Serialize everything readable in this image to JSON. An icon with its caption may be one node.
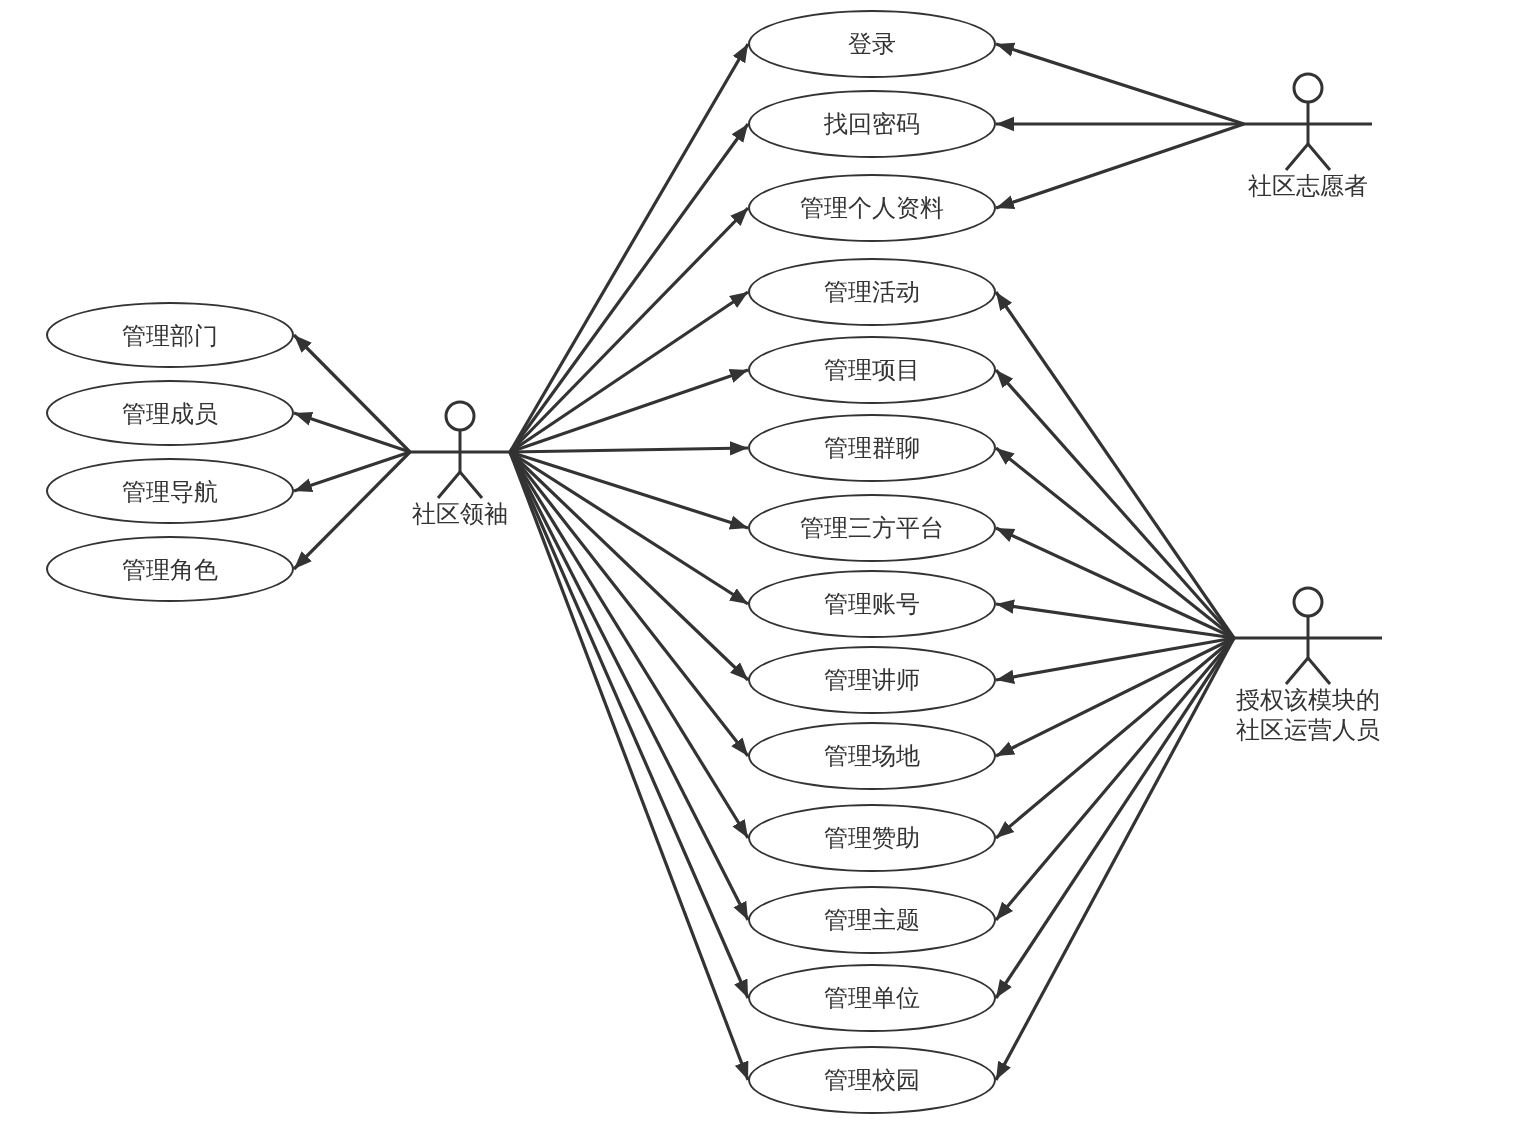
{
  "diagram": {
    "nodes": [
      {
        "text": [
          "登录"
        ]
      },
      {
        "text": [
          "找回密码"
        ]
      },
      {
        "text": [
          "管理个人资料"
        ]
      },
      {
        "text": [
          "管理活动"
        ]
      },
      {
        "text": [
          "管理项目"
        ]
      },
      {
        "text": [
          "管理群聊"
        ]
      },
      {
        "text": [
          "管理三方平台"
        ]
      },
      {
        "text": [
          "管理账号"
        ]
      },
      {
        "text": [
          "管理讲师"
        ]
      },
      {
        "text": [
          "管理场地"
        ]
      },
      {
        "text": [
          "管理赞助"
        ]
      },
      {
        "text": [
          "管理主题"
        ]
      },
      {
        "text": [
          "管理单位"
        ]
      },
      {
        "text": [
          "管理校园"
        ]
      },
      {
        "text": [
          "社区志愿者"
        ]
      },
      {
        "text": [
          "管理部门"
        ]
      },
      {
        "text": [
          "管理成员"
        ]
      },
      {
        "text": [
          "管理导航"
        ]
      },
      {
        "text": [
          "管理角色"
        ]
      },
      {
        "text": [
          "社区领袖"
        ]
      },
      {
        "text": [
          "授权该模块的社区运营人员"
        ]
      }
    ],
    "edges": [
      {
        "from": 19,
        "to": 0,
        "arrow": "to"
      },
      {
        "from": 19,
        "to": 1,
        "arrow": "to"
      },
      {
        "from": 19,
        "to": 2,
        "arrow": "to"
      },
      {
        "from": 19,
        "to": 3,
        "arrow": "to"
      },
      {
        "from": 19,
        "to": 4,
        "arrow": "to"
      },
      {
        "from": 19,
        "to": 5,
        "arrow": "to"
      },
      {
        "from": 19,
        "to": 6,
        "arrow": "to"
      },
      {
        "from": 19,
        "to": 7,
        "arrow": "to"
      },
      {
        "from": 19,
        "to": 8,
        "arrow": "to"
      },
      {
        "from": 19,
        "to": 9,
        "arrow": "to"
      },
      {
        "from": 19,
        "to": 10,
        "arrow": "to"
      },
      {
        "from": 19,
        "to": 11,
        "arrow": "to"
      },
      {
        "from": 19,
        "to": 12,
        "arrow": "to"
      },
      {
        "from": 19,
        "to": 13,
        "arrow": "to"
      },
      {
        "from": 19,
        "to": 15,
        "arrow": "to"
      },
      {
        "from": 19,
        "to": 16,
        "arrow": "to"
      },
      {
        "from": 19,
        "to": 17,
        "arrow": "to"
      },
      {
        "from": 19,
        "to": 18,
        "arrow": "to"
      },
      {
        "from": 14,
        "to": 0,
        "arrow": "to"
      },
      {
        "from": 14,
        "to": 1,
        "arrow": "to"
      },
      {
        "from": 14,
        "to": 2,
        "arrow": "to"
      },
      {
        "from": 20,
        "to": 3,
        "arrow": "to"
      },
      {
        "from": 20,
        "to": 4,
        "arrow": "to"
      },
      {
        "from": 20,
        "to": 5,
        "arrow": "to"
      },
      {
        "from": 20,
        "to": 6,
        "arrow": "to"
      },
      {
        "from": 20,
        "to": 7,
        "arrow": "to"
      },
      {
        "from": 20,
        "to": 8,
        "arrow": "to"
      },
      {
        "from": 20,
        "to": 9,
        "arrow": "to"
      },
      {
        "from": 20,
        "to": 10,
        "arrow": "to"
      },
      {
        "from": 20,
        "to": 11,
        "arrow": "to"
      },
      {
        "from": 20,
        "to": 12,
        "arrow": "to"
      },
      {
        "from": 20,
        "to": 13,
        "arrow": "to"
      }
    ]
  }
}
